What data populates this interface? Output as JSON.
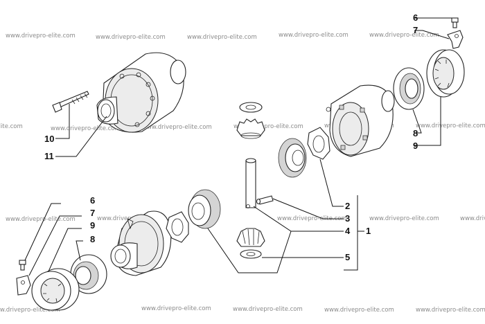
{
  "watermark_text": "www.drivepro-elite.com",
  "callouts": {
    "c6_top": "6",
    "c7_top": "7",
    "c8_right": "8",
    "c9_right": "9",
    "c10": "10",
    "c11": "11",
    "c2": "2",
    "c3": "3",
    "c4": "4",
    "c1": "1",
    "c5": "5",
    "c6_left": "6",
    "c7_left": "7",
    "c9_left": "9",
    "c8_left": "8"
  }
}
